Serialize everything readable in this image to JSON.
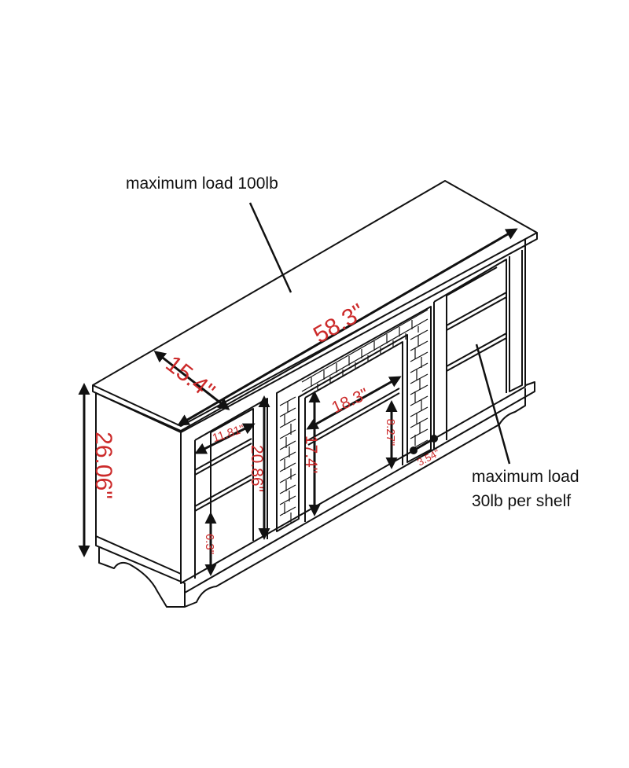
{
  "annotations": {
    "top_load": "maximum load 100lb",
    "shelf_load_line1": "maximum load",
    "shelf_load_line2": "30lb per shelf"
  },
  "dimensions": {
    "width": "58.3\"",
    "depth": "15.4\"",
    "height": "26.06\"",
    "side_shelf_depth": "11.81\"",
    "side_opening_height": "20.86\"",
    "fireplace_height": "17.4\"",
    "fireplace_width": "18.3\"",
    "fireplace_depth": "8.27\"",
    "hole_spacing": "3.54\"",
    "bottom_shelf_height": "6.3\""
  },
  "colors": {
    "line": "#111111",
    "dimension_text": "#cc2a2a",
    "background": "#ffffff"
  }
}
